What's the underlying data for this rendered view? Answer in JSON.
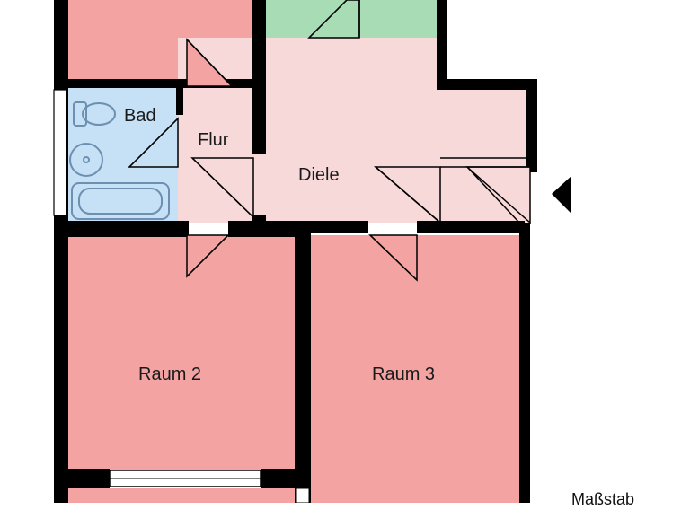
{
  "plan": {
    "rooms": {
      "bad": "Bad",
      "flur": "Flur",
      "diele": "Diele",
      "raum2": "Raum 2",
      "raum3": "Raum 3"
    },
    "scale_label": "Maßstab"
  },
  "colors": {
    "room": "#f4a3a3",
    "hall": "#f7d9d9",
    "bath": "#c6e0f5",
    "balcony": "#a8dcb4",
    "wall": "#000000",
    "fixture": "#6d8fb0"
  }
}
